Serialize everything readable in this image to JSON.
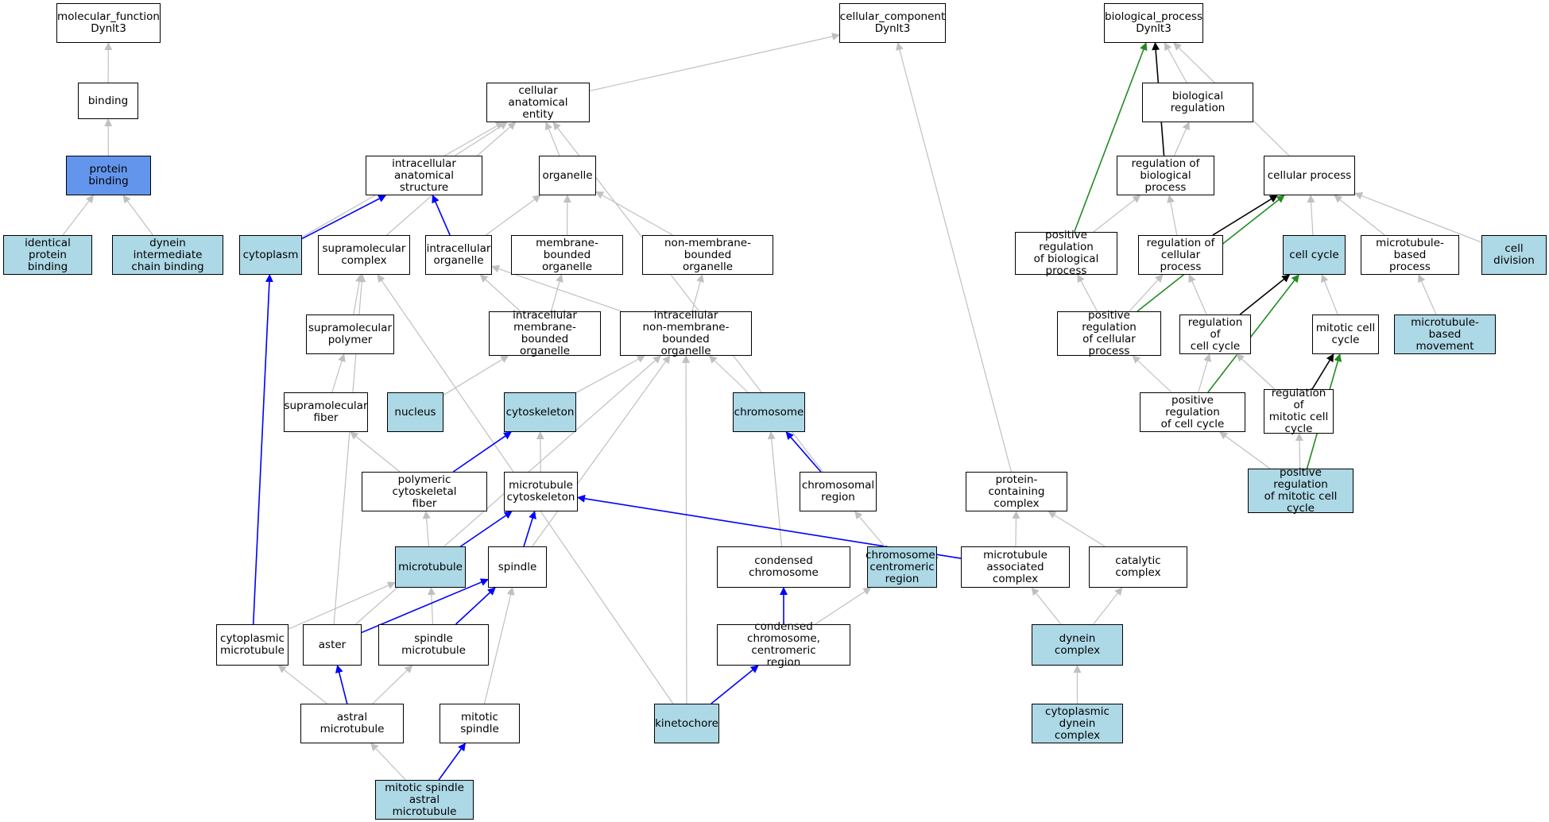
{
  "colors": {
    "white": "#ffffff",
    "blue": "#add8e6",
    "dblue": "#6495ed",
    "is_a": "#c0c0c0",
    "part_of": "#0000ff",
    "regulates": "#000000",
    "positively_regulates": "#228b22"
  },
  "nodes": [
    {
      "id": "mf",
      "label": "molecular_function\nDynlt3",
      "fill": "white"
    },
    {
      "id": "binding",
      "label": "binding",
      "fill": "white"
    },
    {
      "id": "protbind",
      "label": "protein binding",
      "fill": "dblue"
    },
    {
      "id": "identprot",
      "label": "identical protein\nbinding",
      "fill": "blue"
    },
    {
      "id": "dyneinint",
      "label": "dynein intermediate\nchain binding",
      "fill": "blue"
    },
    {
      "id": "cc",
      "label": "cellular_component\nDynlt3",
      "fill": "white"
    },
    {
      "id": "cae",
      "label": "cellular anatomical\nentity",
      "fill": "white"
    },
    {
      "id": "ias",
      "label": "intracellular\nanatomical structure",
      "fill": "white"
    },
    {
      "id": "organelle",
      "label": "organelle",
      "fill": "white"
    },
    {
      "id": "cytoplasm",
      "label": "cytoplasm",
      "fill": "blue"
    },
    {
      "id": "supracomplex",
      "label": "supramolecular\ncomplex",
      "fill": "white"
    },
    {
      "id": "intorg",
      "label": "intracellular\norganelle",
      "fill": "white"
    },
    {
      "id": "mbo",
      "label": "membrane-bounded\norganelle",
      "fill": "white"
    },
    {
      "id": "nmbo",
      "label": "non-membrane-bounded\norganelle",
      "fill": "white"
    },
    {
      "id": "supapoly",
      "label": "supramolecular\npolymer",
      "fill": "white"
    },
    {
      "id": "imbo",
      "label": "intracellular\nmembrane-bounded\norganelle",
      "fill": "white"
    },
    {
      "id": "inmbo",
      "label": "intracellular\nnon-membrane-bounded\norganelle",
      "fill": "white"
    },
    {
      "id": "suprafiber",
      "label": "supramolecular\nfiber",
      "fill": "white"
    },
    {
      "id": "nucleus",
      "label": "nucleus",
      "fill": "blue"
    },
    {
      "id": "cytoskeleton",
      "label": "cytoskeleton",
      "fill": "blue"
    },
    {
      "id": "chromosome",
      "label": "chromosome",
      "fill": "blue"
    },
    {
      "id": "pcf",
      "label": "polymeric cytoskeletal\nfiber",
      "fill": "white"
    },
    {
      "id": "mtcyto",
      "label": "microtubule\ncytoskeleton",
      "fill": "white"
    },
    {
      "id": "chromreg",
      "label": "chromosomal\nregion",
      "fill": "white"
    },
    {
      "id": "pcc",
      "label": "protein-containing\ncomplex",
      "fill": "white"
    },
    {
      "id": "microtubule",
      "label": "microtubule",
      "fill": "blue"
    },
    {
      "id": "spindle",
      "label": "spindle",
      "fill": "white"
    },
    {
      "id": "condchrom",
      "label": "condensed chromosome",
      "fill": "white"
    },
    {
      "id": "chromcent",
      "label": "chromosome,\ncentromeric\nregion",
      "fill": "blue"
    },
    {
      "id": "mtac",
      "label": "microtubule\nassociated complex",
      "fill": "white"
    },
    {
      "id": "catcomplex",
      "label": "catalytic complex",
      "fill": "white"
    },
    {
      "id": "cytomt",
      "label": "cytoplasmic\nmicrotubule",
      "fill": "white"
    },
    {
      "id": "aster",
      "label": "aster",
      "fill": "white"
    },
    {
      "id": "spindlemt",
      "label": "spindle microtubule",
      "fill": "white"
    },
    {
      "id": "condcent",
      "label": "condensed chromosome,\ncentromeric\nregion",
      "fill": "white"
    },
    {
      "id": "dynein",
      "label": "dynein complex",
      "fill": "blue"
    },
    {
      "id": "astralmt",
      "label": "astral microtubule",
      "fill": "white"
    },
    {
      "id": "mitspindle",
      "label": "mitotic spindle",
      "fill": "white"
    },
    {
      "id": "kinetochore",
      "label": "kinetochore",
      "fill": "blue"
    },
    {
      "id": "cytodynein",
      "label": "cytoplasmic\ndynein complex",
      "fill": "blue"
    },
    {
      "id": "msamt",
      "label": "mitotic spindle\nastral microtubule",
      "fill": "blue"
    },
    {
      "id": "bp",
      "label": "biological_process\nDynlt3",
      "fill": "white"
    },
    {
      "id": "bioreg",
      "label": "biological regulation",
      "fill": "white"
    },
    {
      "id": "regbp",
      "label": "regulation of\nbiological process",
      "fill": "white"
    },
    {
      "id": "cellproc",
      "label": "cellular process",
      "fill": "white"
    },
    {
      "id": "posregbp",
      "label": "positive regulation\nof biological\nprocess",
      "fill": "white"
    },
    {
      "id": "regcp",
      "label": "regulation of\ncellular process",
      "fill": "white"
    },
    {
      "id": "cellcycle",
      "label": "cell cycle",
      "fill": "blue"
    },
    {
      "id": "mtbp",
      "label": "microtubule-based\nprocess",
      "fill": "white"
    },
    {
      "id": "celldiv",
      "label": "cell division",
      "fill": "blue"
    },
    {
      "id": "posregcp",
      "label": "positive regulation\nof cellular\nprocess",
      "fill": "white"
    },
    {
      "id": "regcc",
      "label": "regulation of\ncell cycle",
      "fill": "white"
    },
    {
      "id": "mitcc",
      "label": "mitotic cell\ncycle",
      "fill": "white"
    },
    {
      "id": "mtbm",
      "label": "microtubule-based\nmovement",
      "fill": "blue"
    },
    {
      "id": "posregcc",
      "label": "positive regulation\nof cell cycle",
      "fill": "white"
    },
    {
      "id": "regmcc",
      "label": "regulation of\nmitotic cell\ncycle",
      "fill": "white"
    },
    {
      "id": "posregmcc",
      "label": "positive regulation\nof mitotic cell\ncycle",
      "fill": "blue"
    }
  ],
  "edges": [
    {
      "from": "binding",
      "to": "mf",
      "type": "is_a"
    },
    {
      "from": "protbind",
      "to": "binding",
      "type": "is_a"
    },
    {
      "from": "identprot",
      "to": "protbind",
      "type": "is_a"
    },
    {
      "from": "dyneinint",
      "to": "protbind",
      "type": "is_a"
    },
    {
      "from": "cae",
      "to": "cc",
      "type": "is_a"
    },
    {
      "from": "pcc",
      "to": "cc",
      "type": "is_a"
    },
    {
      "from": "ias",
      "to": "cae",
      "type": "is_a"
    },
    {
      "from": "organelle",
      "to": "cae",
      "type": "is_a"
    },
    {
      "from": "cytoplasm",
      "to": "cae",
      "type": "is_a"
    },
    {
      "from": "supracomplex",
      "to": "cae",
      "type": "is_a"
    },
    {
      "from": "chromreg",
      "to": "cae",
      "type": "is_a"
    },
    {
      "from": "cytoplasm",
      "to": "ias",
      "type": "part_of"
    },
    {
      "from": "intorg",
      "to": "ias",
      "type": "part_of"
    },
    {
      "from": "intorg",
      "to": "organelle",
      "type": "is_a"
    },
    {
      "from": "mbo",
      "to": "organelle",
      "type": "is_a"
    },
    {
      "from": "nmbo",
      "to": "organelle",
      "type": "is_a"
    },
    {
      "from": "supapoly",
      "to": "supracomplex",
      "type": "is_a"
    },
    {
      "from": "imbo",
      "to": "intorg",
      "type": "is_a"
    },
    {
      "from": "inmbo",
      "to": "intorg",
      "type": "is_a"
    },
    {
      "from": "imbo",
      "to": "mbo",
      "type": "is_a"
    },
    {
      "from": "inmbo",
      "to": "nmbo",
      "type": "is_a"
    },
    {
      "from": "suprafiber",
      "to": "supapoly",
      "type": "is_a"
    },
    {
      "from": "nucleus",
      "to": "imbo",
      "type": "is_a"
    },
    {
      "from": "cytoskeleton",
      "to": "inmbo",
      "type": "is_a"
    },
    {
      "from": "chromosome",
      "to": "inmbo",
      "type": "is_a"
    },
    {
      "from": "spindle",
      "to": "inmbo",
      "type": "is_a"
    },
    {
      "from": "aster",
      "to": "inmbo",
      "type": "is_a"
    },
    {
      "from": "kinetochore",
      "to": "inmbo",
      "type": "is_a"
    },
    {
      "from": "kinetochore",
      "to": "supracomplex",
      "type": "is_a"
    },
    {
      "from": "aster",
      "to": "supracomplex",
      "type": "is_a"
    },
    {
      "from": "pcf",
      "to": "suprafiber",
      "type": "is_a"
    },
    {
      "from": "pcf",
      "to": "cytoskeleton",
      "type": "part_of"
    },
    {
      "from": "mtcyto",
      "to": "cytoskeleton",
      "type": "is_a"
    },
    {
      "from": "chromreg",
      "to": "chromosome",
      "type": "part_of"
    },
    {
      "from": "condchrom",
      "to": "chromosome",
      "type": "is_a"
    },
    {
      "from": "microtubule",
      "to": "pcf",
      "type": "is_a"
    },
    {
      "from": "microtubule",
      "to": "mtcyto",
      "type": "part_of"
    },
    {
      "from": "spindle",
      "to": "mtcyto",
      "type": "part_of"
    },
    {
      "from": "mtac",
      "to": "mtcyto",
      "type": "part_of"
    },
    {
      "from": "chromcent",
      "to": "chromreg",
      "type": "is_a"
    },
    {
      "from": "mtac",
      "to": "pcc",
      "type": "is_a"
    },
    {
      "from": "catcomplex",
      "to": "pcc",
      "type": "is_a"
    },
    {
      "from": "cytomt",
      "to": "cytoplasm",
      "type": "part_of"
    },
    {
      "from": "cytomt",
      "to": "microtubule",
      "type": "is_a"
    },
    {
      "from": "spindlemt",
      "to": "microtubule",
      "type": "is_a"
    },
    {
      "from": "aster",
      "to": "spindle",
      "type": "part_of"
    },
    {
      "from": "spindlemt",
      "to": "spindle",
      "type": "part_of"
    },
    {
      "from": "mitspindle",
      "to": "spindle",
      "type": "is_a"
    },
    {
      "from": "condcent",
      "to": "condchrom",
      "type": "part_of"
    },
    {
      "from": "condcent",
      "to": "chromcent",
      "type": "is_a"
    },
    {
      "from": "dynein",
      "to": "mtac",
      "type": "is_a"
    },
    {
      "from": "dynein",
      "to": "catcomplex",
      "type": "is_a"
    },
    {
      "from": "astralmt",
      "to": "cytomt",
      "type": "is_a"
    },
    {
      "from": "astralmt",
      "to": "aster",
      "type": "part_of"
    },
    {
      "from": "astralmt",
      "to": "spindlemt",
      "type": "is_a"
    },
    {
      "from": "kinetochore",
      "to": "condcent",
      "type": "part_of"
    },
    {
      "from": "cytodynein",
      "to": "dynein",
      "type": "is_a"
    },
    {
      "from": "msamt",
      "to": "astralmt",
      "type": "is_a"
    },
    {
      "from": "msamt",
      "to": "mitspindle",
      "type": "part_of"
    },
    {
      "from": "bioreg",
      "to": "bp",
      "type": "is_a"
    },
    {
      "from": "regbp",
      "to": "bp",
      "type": "regulates"
    },
    {
      "from": "posregbp",
      "to": "bp",
      "type": "positively_regulates"
    },
    {
      "from": "cellproc",
      "to": "bp",
      "type": "is_a"
    },
    {
      "from": "regbp",
      "to": "bioreg",
      "type": "is_a"
    },
    {
      "from": "posregbp",
      "to": "regbp",
      "type": "is_a"
    },
    {
      "from": "regcp",
      "to": "regbp",
      "type": "is_a"
    },
    {
      "from": "regcp",
      "to": "cellproc",
      "type": "regulates"
    },
    {
      "from": "posregcp",
      "to": "cellproc",
      "type": "positively_regulates"
    },
    {
      "from": "cellcycle",
      "to": "cellproc",
      "type": "is_a"
    },
    {
      "from": "mtbp",
      "to": "cellproc",
      "type": "is_a"
    },
    {
      "from": "celldiv",
      "to": "cellproc",
      "type": "is_a"
    },
    {
      "from": "posregcp",
      "to": "posregbp",
      "type": "is_a"
    },
    {
      "from": "posregcp",
      "to": "regcp",
      "type": "is_a"
    },
    {
      "from": "regcc",
      "to": "regcp",
      "type": "is_a"
    },
    {
      "from": "regcc",
      "to": "cellcycle",
      "type": "regulates"
    },
    {
      "from": "posregcc",
      "to": "cellcycle",
      "type": "positively_regulates"
    },
    {
      "from": "mitcc",
      "to": "cellcycle",
      "type": "is_a"
    },
    {
      "from": "mtbm",
      "to": "mtbp",
      "type": "is_a"
    },
    {
      "from": "posregcc",
      "to": "posregcp",
      "type": "is_a"
    },
    {
      "from": "posregcc",
      "to": "regcc",
      "type": "is_a"
    },
    {
      "from": "regmcc",
      "to": "regcc",
      "type": "is_a"
    },
    {
      "from": "regmcc",
      "to": "mitcc",
      "type": "regulates"
    },
    {
      "from": "posregmcc",
      "to": "mitcc",
      "type": "positively_regulates"
    },
    {
      "from": "posregmcc",
      "to": "posregcc",
      "type": "is_a"
    },
    {
      "from": "posregmcc",
      "to": "regmcc",
      "type": "is_a"
    }
  ]
}
